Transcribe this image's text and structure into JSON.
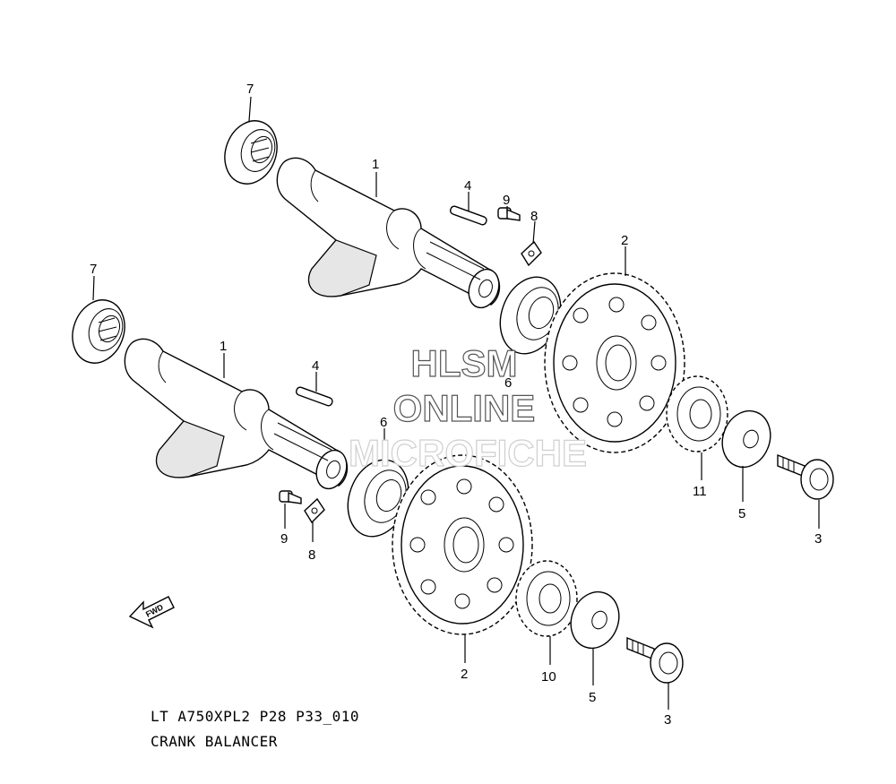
{
  "callouts": {
    "c1a": "1",
    "c1b": "1",
    "c2a": "2",
    "c2b": "2",
    "c3a": "3",
    "c3b": "3",
    "c4a": "4",
    "c4b": "4",
    "c5a": "5",
    "c5b": "5",
    "c6a": "6",
    "c6b": "6",
    "c7a": "7",
    "c7b": "7",
    "c8a": "8",
    "c8b": "8",
    "c9a": "9",
    "c9b": "9",
    "c10": "10",
    "c11": "11"
  },
  "fwd_label": "FWD",
  "watermark": {
    "line1": "HLSM",
    "line2": "ONLINE",
    "line3": "MICROFICHE"
  },
  "caption": {
    "code": "LT A750XPL2 P28 P33_010",
    "title": "CRANK BALANCER"
  }
}
